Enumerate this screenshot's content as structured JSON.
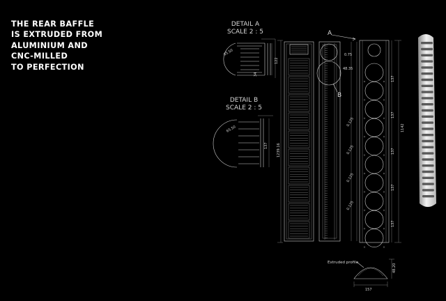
{
  "headline": {
    "lines": [
      "THE REAR BAFFLE",
      "IS EXTRUDED FROM",
      "ALUMINIUM AND",
      "CNC-MILLED",
      "TO PERFECTION"
    ]
  },
  "drawing": {
    "detail_a": {
      "title": "DETAIL A",
      "scale": "SCALE 2 : 5"
    },
    "detail_b": {
      "title": "DETAIL B",
      "scale": "SCALE 2 : 5"
    },
    "callout_a": "A",
    "callout_b": "B",
    "extruded_label": "Extruded profile",
    "overall_length": "1239.16",
    "total_height": "1142",
    "profile_width": "157",
    "profile_height": "48.20",
    "spacing_label": "0.125",
    "dim_137": "137",
    "dim_122": "122",
    "dim_34": "34",
    "dim_65_50": "65.50",
    "dim_0_75": "0.75",
    "dim_48_35": "48.35"
  },
  "colors": {
    "background": "#000000",
    "text": "#ffffff",
    "line": "#d0d0d0"
  }
}
